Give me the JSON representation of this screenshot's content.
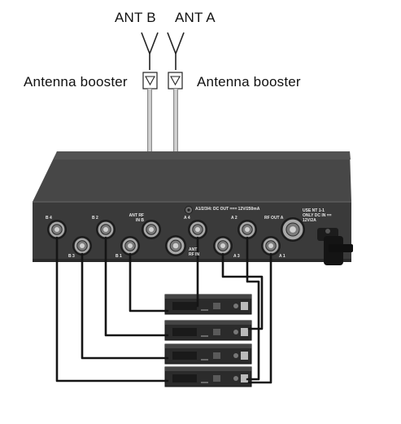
{
  "antennas": {
    "ant_b": "ANT B",
    "ant_a": "ANT A",
    "booster_left_label": "Antenna booster",
    "booster_right_label": "Antenna booster"
  },
  "rear_panel": {
    "port_b4": "B 4",
    "port_b2": "B 2",
    "port_b3": "B 3",
    "port_b1": "B 1",
    "ant_rf_in_b": "ANT RF IN B",
    "port_a4": "A 4",
    "port_a2": "A 2",
    "port_a3": "A 3",
    "port_a1": "A 1",
    "ant_rf_in_a": "ANT RF IN",
    "dc_out": "A1/2/3/4: DC OUT === 12V/250mA",
    "rf_out_a": "RF OUT A",
    "power_note": "USE NT 1-1 ONLY DC IN == 12V/2A"
  },
  "colors": {
    "panel": "#3e3e3e",
    "panel_top": "#4a4a4a",
    "cable_dark": "#1a1a1a",
    "cable_light": "#bdbdbd",
    "connector": "#9a9a9a"
  }
}
